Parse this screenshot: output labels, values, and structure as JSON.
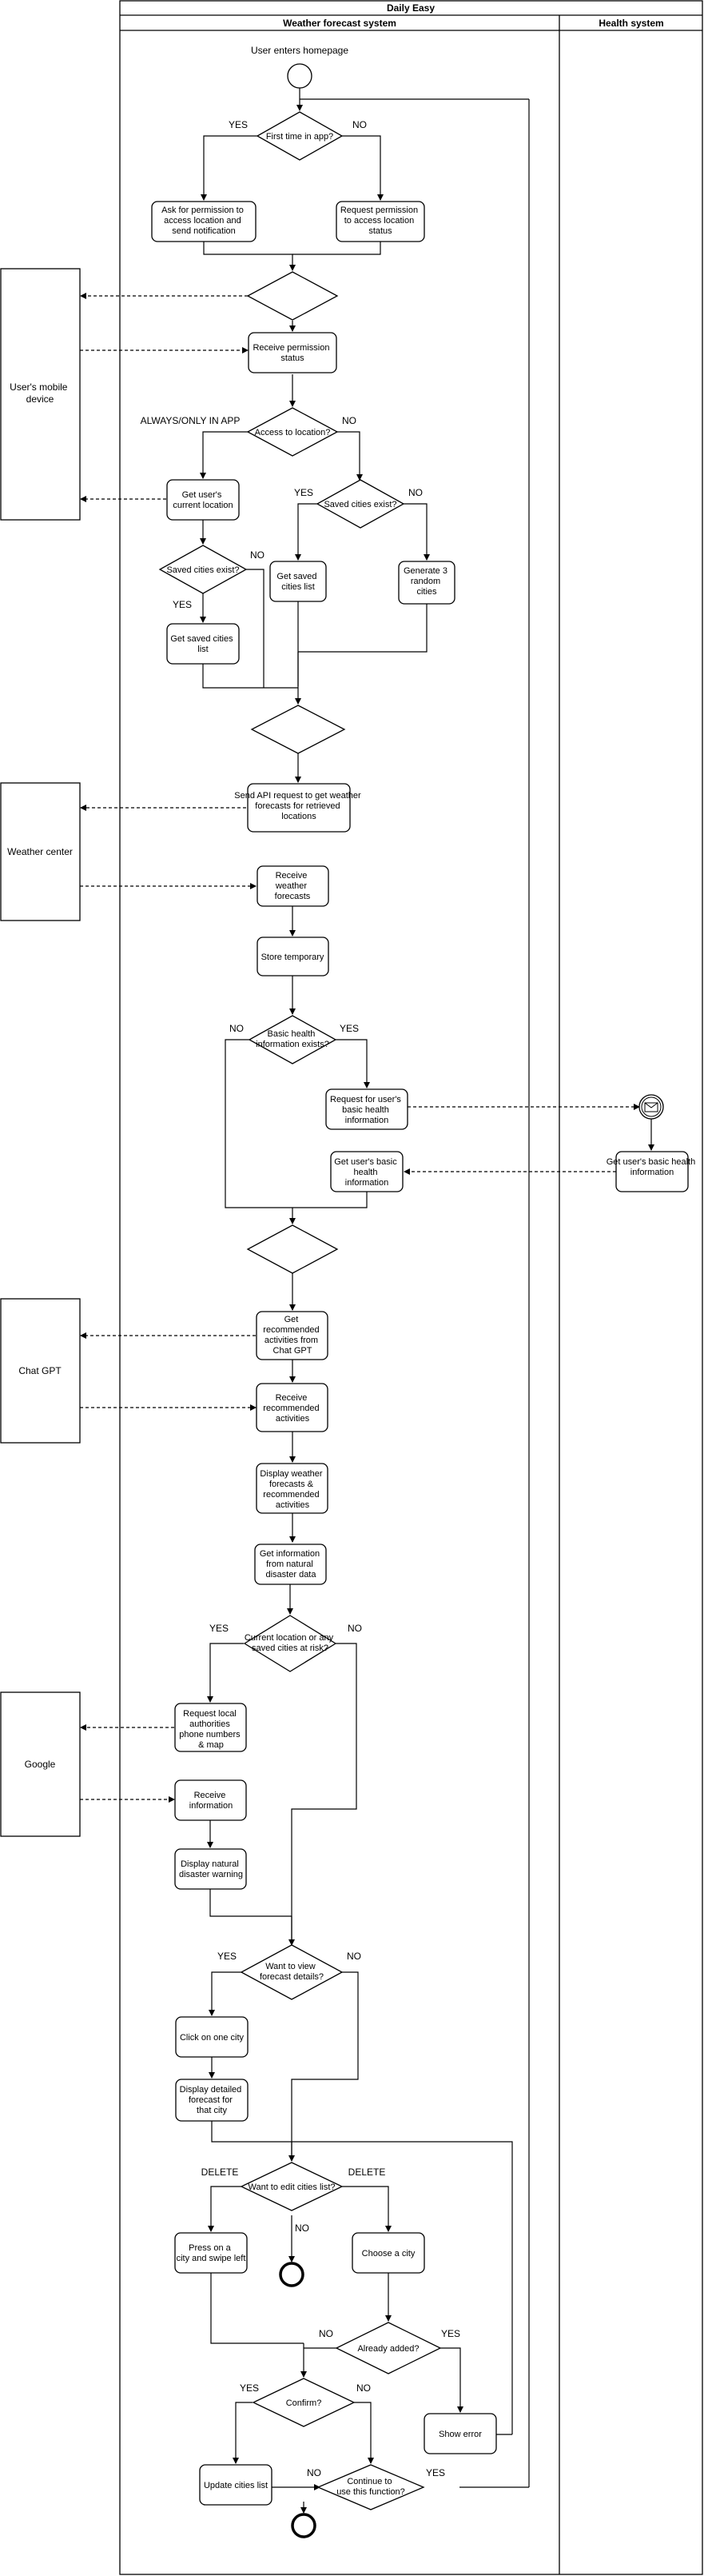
{
  "title": "Daily Easy",
  "lanes": {
    "weather": "Weather forecast system",
    "health": "Health system"
  },
  "actors": {
    "mobile": "User's mobile device",
    "weather_center": "Weather center",
    "chatgpt": "Chat GPT",
    "google": "Google"
  },
  "nodes": {
    "start_label": "User enters homepage",
    "first_time": "First time in app?",
    "ask_permission": "Ask for permission to access location and send notification",
    "request_permission": "Request permission to access location status",
    "receive_permission": "Receive permission status",
    "access_location": "Access to location?",
    "get_current_location": "Get user's current location",
    "saved_cities_left": "Saved cities exist?",
    "get_saved_left": "Get saved cities list",
    "saved_cities_right": "Saved cities exist?",
    "get_saved_right": "Get saved cities list",
    "generate_random": "Generate 3 random cities",
    "send_api": "Send API request to get weather forecasts for retrieved locations",
    "receive_forecasts": "Receive weather forecasts",
    "store_temp": "Store temporary",
    "health_exists": "Basic health information exists?",
    "request_health": "Request for user's basic health information",
    "get_health_lane": "Get user's basic health information",
    "get_health_main": "Get user's basic health information",
    "get_activities": "Get recommended activities from Chat GPT",
    "receive_activities": "Receive recommended activities",
    "display_forecasts": "Display weather forecasts & recommended activities",
    "get_disaster": "Get information from natural disaster data",
    "at_risk": "Current location or any saved cities at risk?",
    "request_authorities": "Request local authorities phone numbers & map",
    "receive_info": "Receive information",
    "display_warning": "Display natural disaster warning",
    "view_details": "Want to view forecast details?",
    "click_city": "Click on one city",
    "display_detailed": "Display detailed forecast for that city",
    "edit_cities": "Want to edit cities list?",
    "press_swipe": "Press on a city and swipe left",
    "choose_city": "Choose a city",
    "already_added": "Already added?",
    "confirm": "Confirm?",
    "show_error": "Show error",
    "update_list": "Update cities list",
    "continue_fn": "Continue to use this function?"
  },
  "labels": {
    "yes": "YES",
    "no": "NO",
    "always_only": "ALWAYS/ONLY IN APP",
    "delete": "DELETE"
  }
}
